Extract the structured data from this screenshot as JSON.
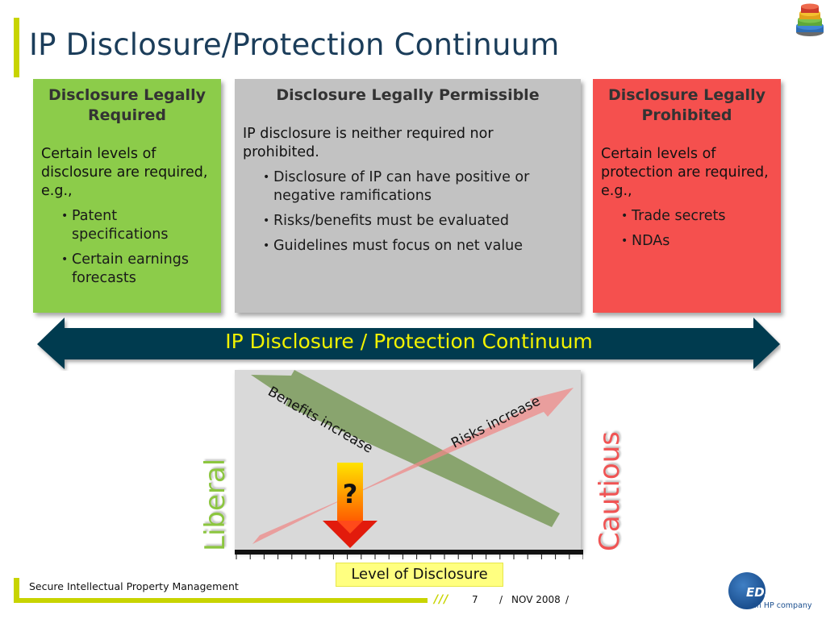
{
  "title": "IP Disclosure/Protection Continuum",
  "boxes": {
    "required": {
      "heading": "Disclosure Legally Required",
      "text": "Certain levels of disclosure are required, e.g.,",
      "bullets": [
        "Patent specifications",
        "Certain earnings forecasts"
      ],
      "color": "#8ccc4a"
    },
    "permissible": {
      "heading": "Disclosure Legally Permissible",
      "text": "IP disclosure is neither required nor prohibited.",
      "bullets": [
        "Disclosure of IP can have positive or negative ramifications",
        "Risks/benefits must be evaluated",
        "Guidelines must focus on net value"
      ],
      "color": "#c2c2c2"
    },
    "prohibited": {
      "heading": "Disclosure Legally Prohibited",
      "text": "Certain levels of protection are required, e.g.,",
      "bullets": [
        "Trade secrets",
        "NDAs"
      ],
      "color": "#f5504e"
    }
  },
  "continuum": {
    "label": "IP Disclosure / Protection Continuum",
    "color": "#003a50"
  },
  "diagram": {
    "benefits_label": "Benefits increase",
    "risks_label": "Risks increase",
    "left_label": "Liberal",
    "right_label": "Cautious",
    "question": "?",
    "axis_label": "Level of Disclosure"
  },
  "footer": {
    "title": "Secure Intellectual Property Management",
    "slashes": "///",
    "page": "7",
    "sep1": "/",
    "date": "NOV 2008",
    "sep2": "/",
    "logo_text": "EDS",
    "logo_subtext": "an HP company"
  },
  "colors": {
    "accent": "#c8d400",
    "title": "#1b3d5a",
    "green": "#8cc63f",
    "red": "#f05454"
  }
}
